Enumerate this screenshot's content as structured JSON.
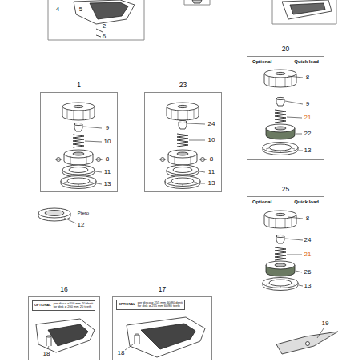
{
  "diagram": {
    "nodes": [
      {
        "text": [
          "20",
          "Optional",
          "Quick load"
        ]
      },
      {
        "text": [
          "1"
        ]
      },
      {
        "text": [
          "23"
        ]
      },
      {
        "text": [
          "25",
          "Optional",
          "Quick load"
        ]
      },
      {
        "text": [
          "16"
        ]
      },
      {
        "text": [
          "OPTIONAL",
          "per disco ø200 mm 20 denti",
          "for disk ø 200 mm 20 teeth"
        ],
        "in": 4
      },
      {
        "text": [
          "17"
        ]
      },
      {
        "text": [
          "OPTIONAL",
          "per disco ø 255 mm 60/80 denti",
          "for disk ø 255 mm 60/80 teeth"
        ],
        "in": 6
      }
    ],
    "labels": [
      "4",
      "5",
      "2",
      "6",
      "8",
      "9",
      "21",
      "22",
      "13",
      "9",
      "10",
      "8",
      "11",
      "13",
      "24",
      "10",
      "8",
      "11",
      "13",
      "Ptero",
      "12",
      "8",
      "24",
      "21",
      "26",
      "13",
      "18",
      "18",
      "19"
    ]
  }
}
